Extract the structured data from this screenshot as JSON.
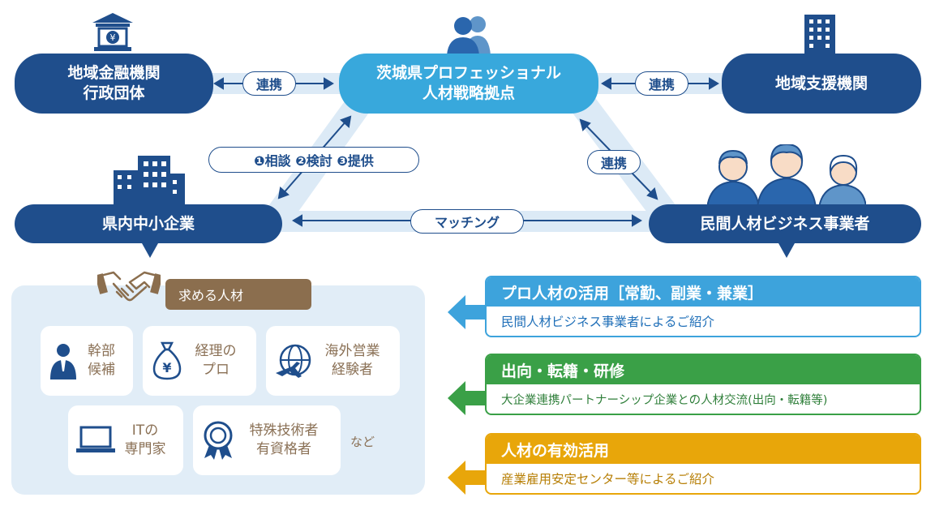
{
  "nodes": {
    "finance": "地域金融機関\n行政団体",
    "hub": "茨城県プロフェッショナル\n人材戦略拠点",
    "support": "地域支援機関",
    "sme": "県内中小企業",
    "private": "民間人材ビジネス事業者"
  },
  "links": {
    "left": "連携",
    "right": "連携",
    "diag": "連携",
    "steps": "❶相談 ❷検討 ❸提供",
    "matching": "マッチング"
  },
  "talent": {
    "title": "求める人材",
    "items": [
      {
        "label": "幹部\n候補",
        "icon": "executive-icon"
      },
      {
        "label": "経理の\nプロ",
        "icon": "money-bag-icon"
      },
      {
        "label": "海外営業\n経験者",
        "icon": "globe-plane-icon"
      },
      {
        "label": "ITの\n専門家",
        "icon": "laptop-icon"
      },
      {
        "label": "特殊技術者\n有資格者",
        "icon": "award-icon"
      }
    ],
    "etc": "など"
  },
  "bands": [
    {
      "title": "プロ人材の活用［常勤、副業・兼業］",
      "desc": "民間人材ビジネス事業者によるご紹介",
      "color": "#3da3dc"
    },
    {
      "title": "出向・転籍・研修",
      "desc": "大企業連携パートナーシップ企業との人材交流(出向・転籍等)",
      "color": "#3aa047"
    },
    {
      "title": "人材の有効活用",
      "desc": "産業雇用安定センター等によるご紹介",
      "color": "#e8a60a"
    }
  ]
}
